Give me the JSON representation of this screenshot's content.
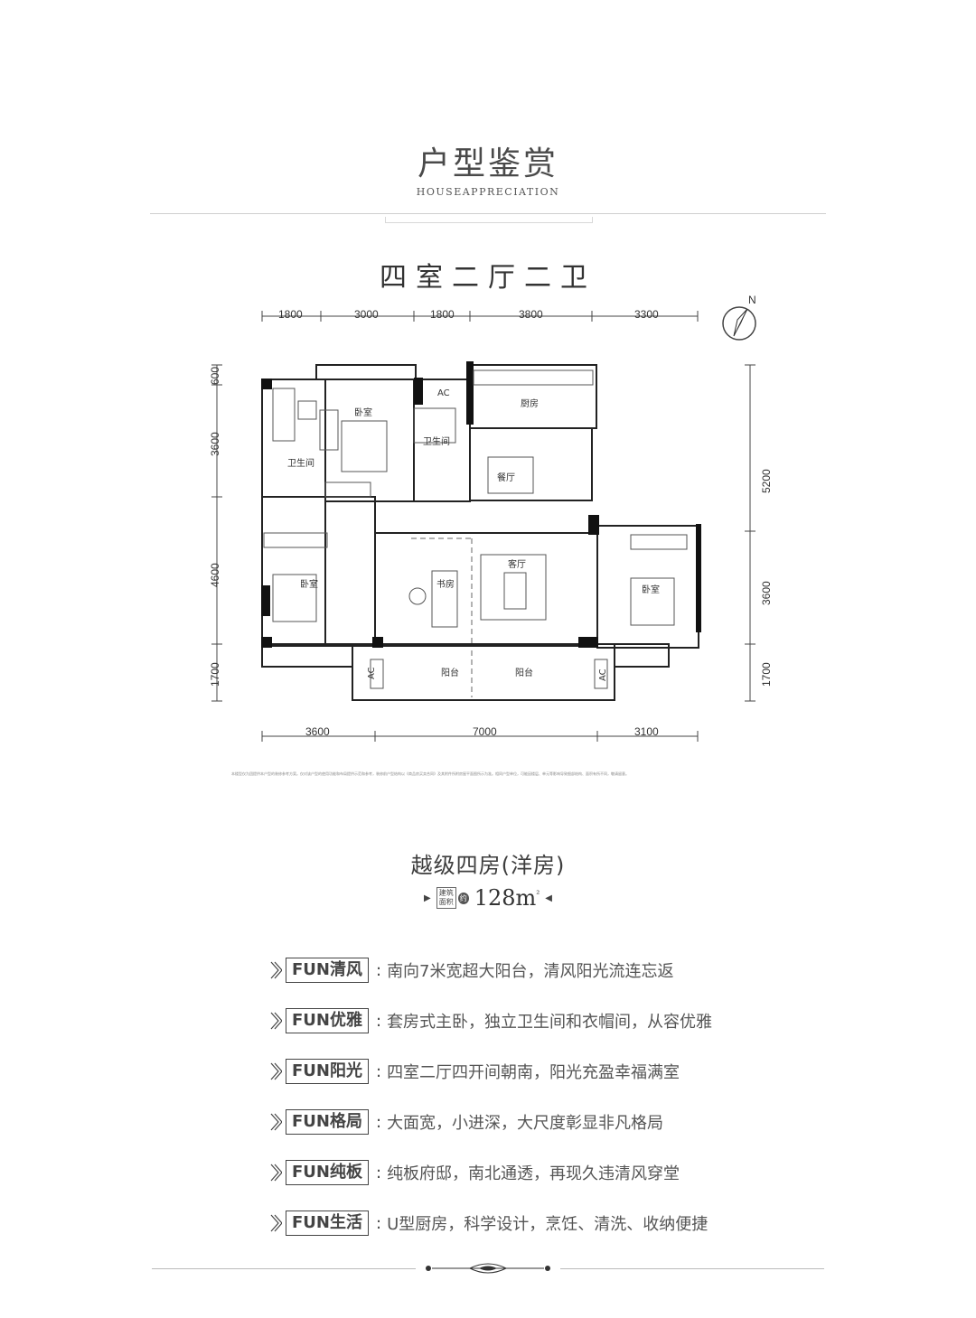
{
  "header": {
    "title": "户型鉴赏",
    "subtitle": "HOUSEAPPRECIATION"
  },
  "layout": {
    "title": "四室二厅二卫"
  },
  "plan": {
    "top_dims": [
      "1800",
      "3000",
      "1800",
      "3800",
      "3300"
    ],
    "bottom_dims": [
      "3600",
      "7000",
      "3100"
    ],
    "left_dims": [
      "600",
      "3600",
      "4600",
      "1700"
    ],
    "right_dims": [
      "5200",
      "3600",
      "1700"
    ],
    "rooms": {
      "bedroom_top": "卧室",
      "bath_left": "卫生间",
      "bath_mid": "卫生间",
      "kitchen": "厨房",
      "dining": "餐厅",
      "bedroom_left": "卧室",
      "study": "书房",
      "living": "客厅",
      "bedroom_right": "卧室",
      "balcony_left": "阳台",
      "balcony_right": "阳台",
      "ac_top": "AC",
      "ac_left": "AC",
      "ac_right": "AC"
    },
    "north_label": "N"
  },
  "disclaimer": "本楼型仅为团提供本户型的装修参考方案。仅对该户型的使用功能和布局提供示范和参考，装修前户型结构以《商品房买卖合同》及其附件所附房屋平面图所示为准。相同户型单位，可能因楼层、单元等影响导致细部结构、面积有所不同，敬请留意。",
  "type": {
    "name": "越级四房(洋房)",
    "area_label_top": "建筑",
    "area_label_bottom": "面积",
    "area_about": "约",
    "area_value": "128m",
    "area_sup": "²"
  },
  "features": [
    {
      "tag": "FUN清风",
      "desc": "南向7米宽超大阳台，清风阳光流连忘返"
    },
    {
      "tag": "FUN优雅",
      "desc": "套房式主卧，独立卫生间和衣帽间，从容优雅"
    },
    {
      "tag": "FUN阳光",
      "desc": "四室二厅四开间朝南，阳光充盈幸福满室"
    },
    {
      "tag": "FUN格局",
      "desc": "大面宽，小进深，大尺度彰显非凡格局"
    },
    {
      "tag": "FUN纯板",
      "desc": "纯板府邸，南北通透，再现久违清风穿堂"
    },
    {
      "tag": "FUN生活",
      "desc": "U型厨房，科学设计，烹饪、清洗、收纳便捷"
    }
  ]
}
